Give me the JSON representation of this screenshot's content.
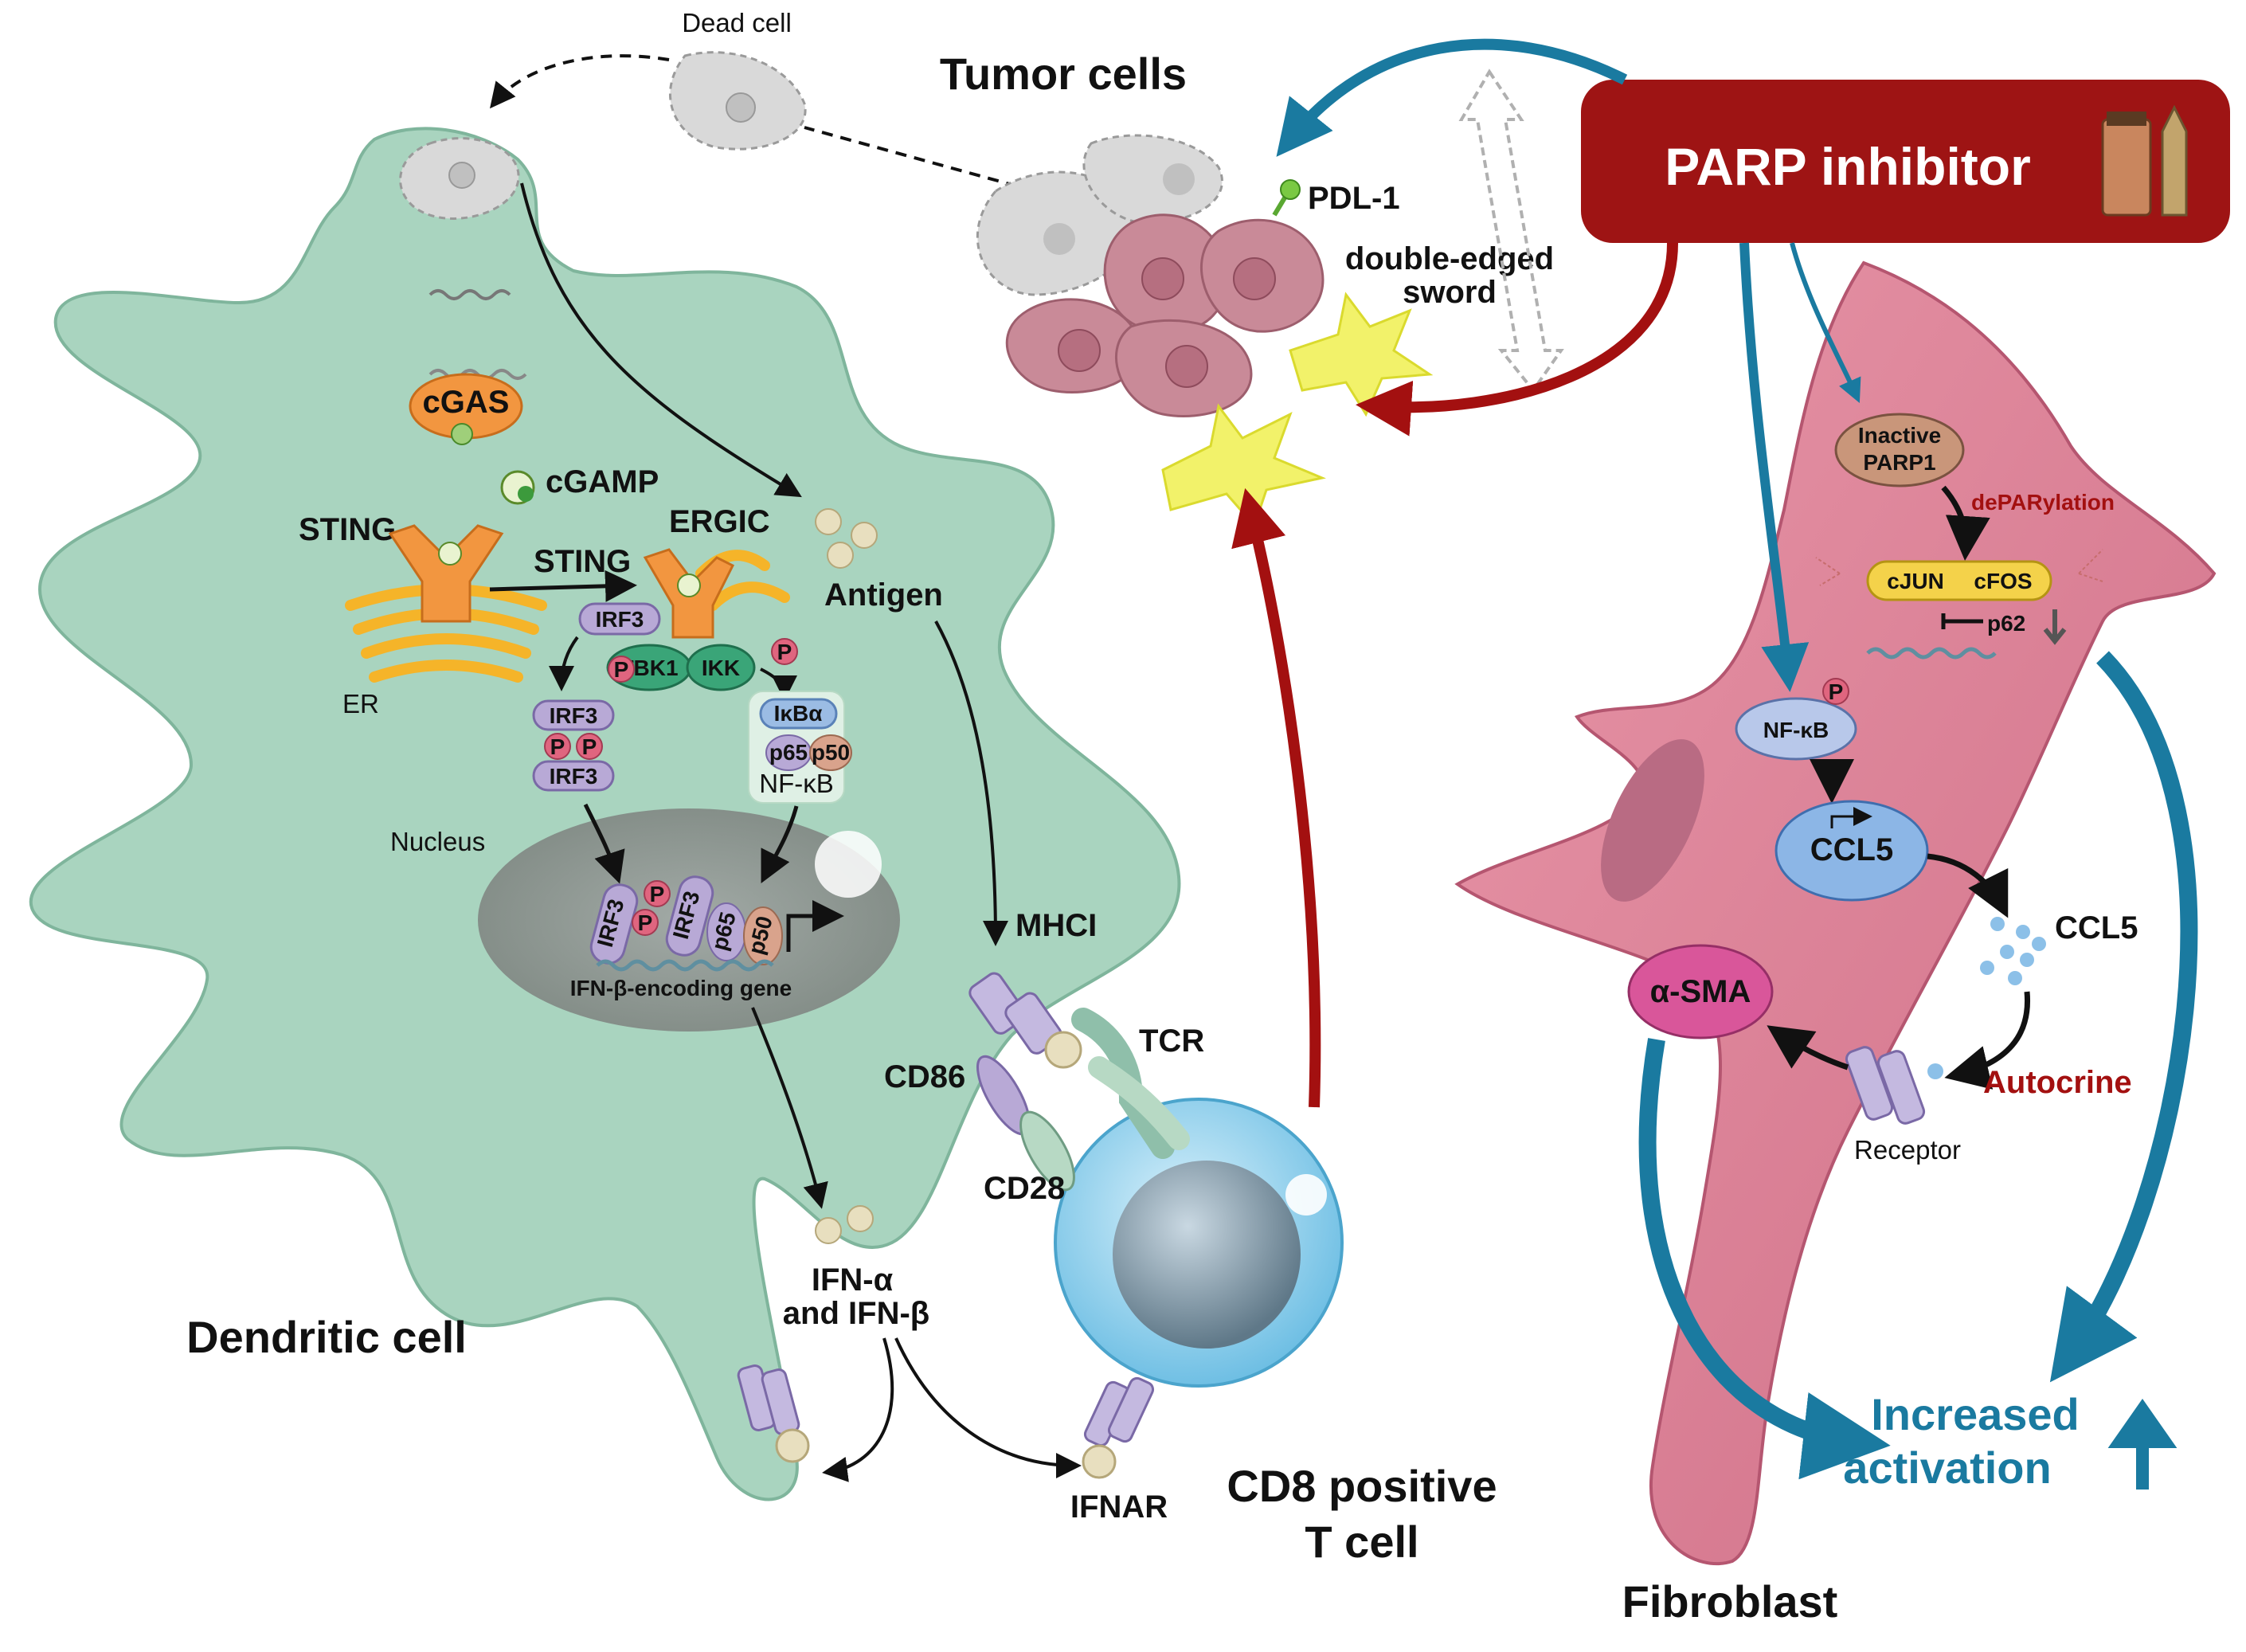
{
  "labels": {
    "dead_cell": "Dead cell",
    "tumor_cells": "Tumor cells",
    "pdl1": "PDL-1",
    "double_edged_1": "double-edged",
    "double_edged_2": "sword",
    "parp_inhibitor": "PARP inhibitor",
    "cgas": "cGAS",
    "cgamp": "cGAMP",
    "sting_er": "STING",
    "sting_ergic": "STING",
    "ergic": "ERGIC",
    "er": "ER",
    "antigen": "Antigen",
    "irf3": "IRF3",
    "p": "P",
    "tbk1": "TBK1",
    "ikk": "IKK",
    "ikba": "IκBα",
    "p65": "p65",
    "p50": "p50",
    "nfkb_dc": "NF-κB",
    "nucleus": "Nucleus",
    "ifnb_gene": "IFN-β-encoding gene",
    "mhci": "MHCI",
    "tcr": "TCR",
    "cd86": "CD86",
    "cd28": "CD28",
    "ifn_1": "IFN-α",
    "ifn_2": "and IFN-β",
    "ifnar": "IFNAR",
    "dendritic_cell": "Dendritic cell",
    "cd8_1": "CD8 positive",
    "cd8_2": "T cell",
    "inactive_parp1_1": "Inactive",
    "inactive_parp1_2": "PARP1",
    "deparylation": "dePARylation",
    "cjun": "cJUN",
    "cfos": "cFOS",
    "p62": "p62",
    "nfkb_fb": "NF-κB",
    "ccl5_gene": "CCL5",
    "ccl5": "CCL5",
    "asma": "α-SMA",
    "autocrine": "Autocrine",
    "receptor": "Receptor",
    "increased_1": "Increased",
    "increased_2": "activation",
    "fibroblast": "Fibroblast"
  },
  "colors": {
    "dc_fill": "#a9d4bf",
    "tumor_fill": "#c98a98",
    "fibroblast_fill": "#dd8196",
    "parp_box": "#9e1414",
    "blue_arrow": "#1a7aa0",
    "red_arrow": "#a31010",
    "tcell": "#8fd0ee",
    "orange": "#f29640",
    "purple": "#b8a9d6",
    "green_kinase": "#3aa578"
  }
}
